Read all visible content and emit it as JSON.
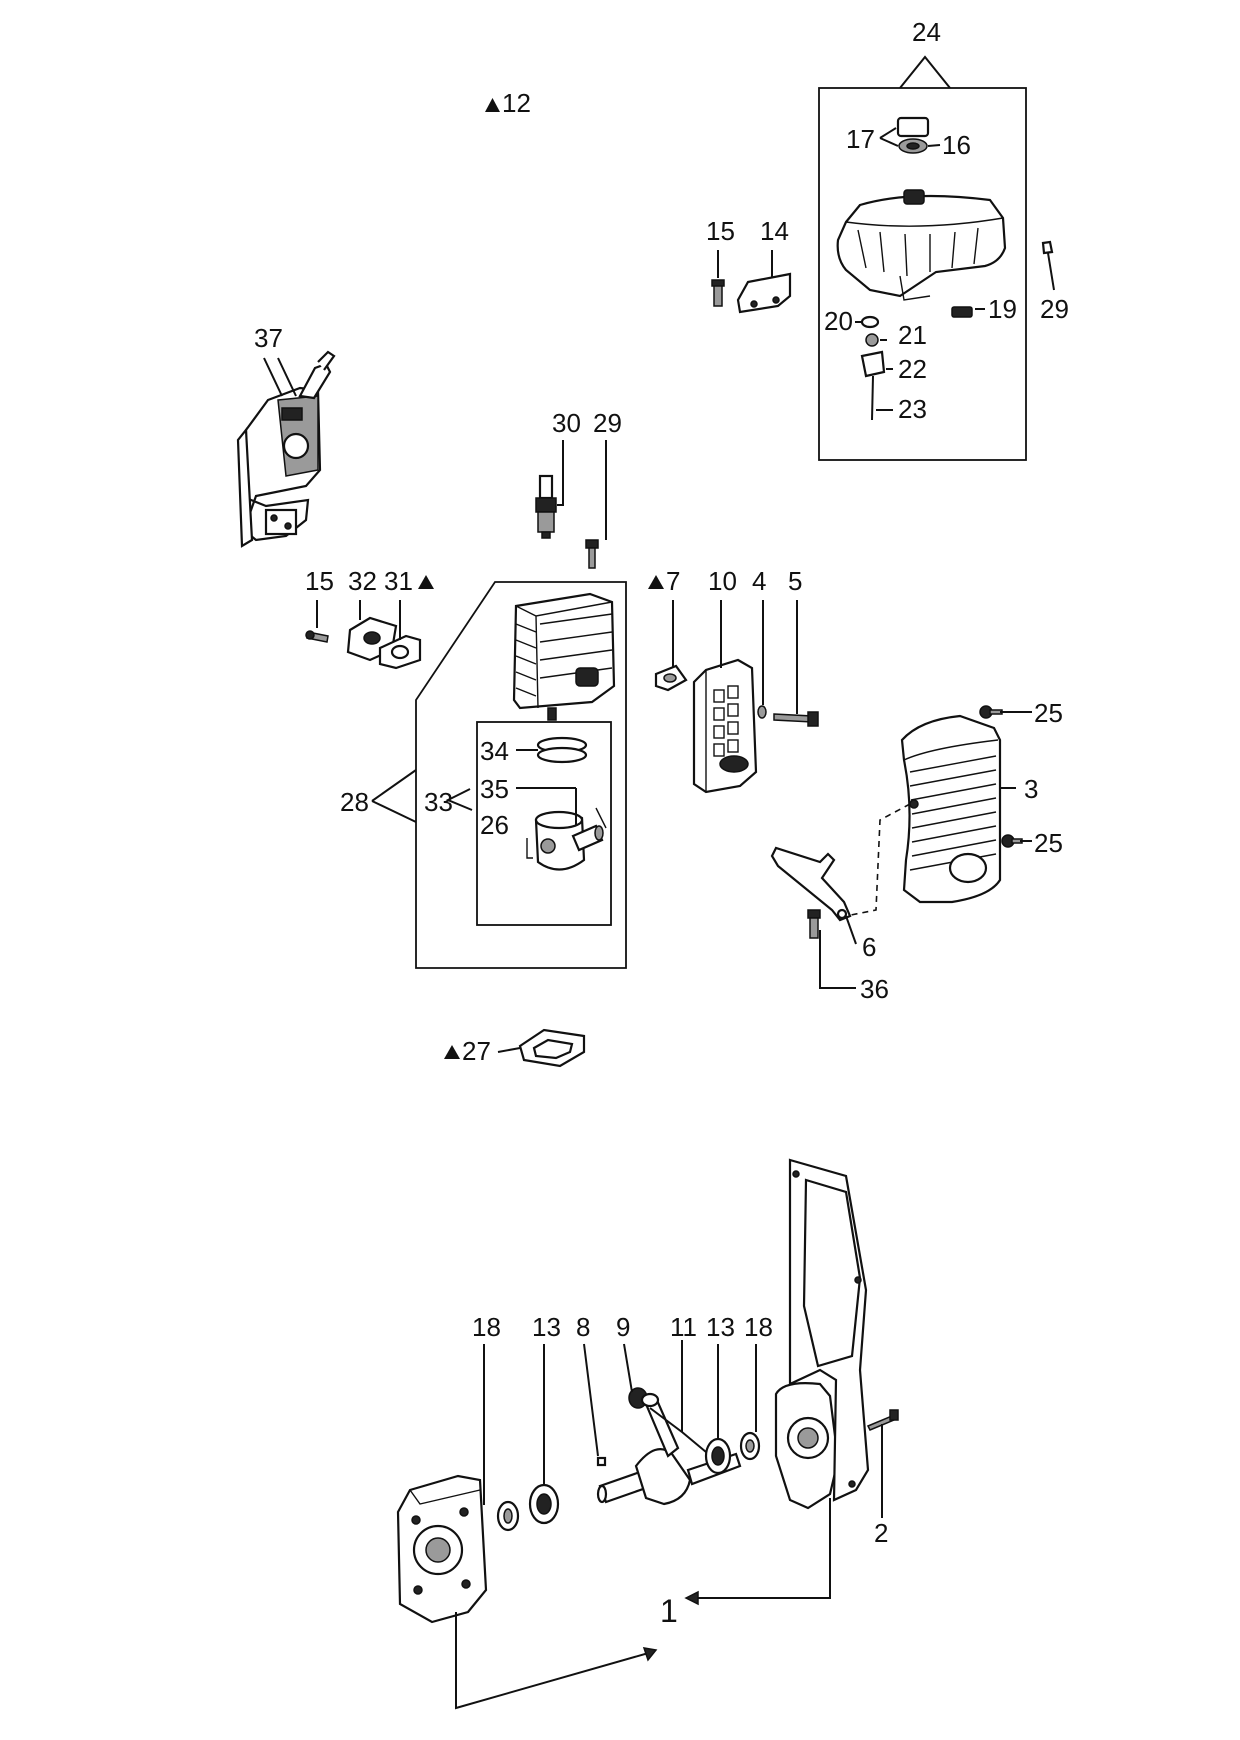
{
  "labels": {
    "l1": "1",
    "l2": "2",
    "l3": "3",
    "l4": "4",
    "l5": "5",
    "l6": "6",
    "l7": "7",
    "l8": "8",
    "l9": "9",
    "l10": "10",
    "l11": "11",
    "l12": "12",
    "l13a": "13",
    "l13b": "13",
    "l14": "14",
    "l15a": "15",
    "l15b": "15",
    "l16": "16",
    "l17": "17",
    "l18a": "18",
    "l18b": "18",
    "l19": "19",
    "l20": "20",
    "l21": "21",
    "l22": "22",
    "l23": "23",
    "l24": "24",
    "l25a": "25",
    "l25b": "25",
    "l26": "26",
    "l27": "27",
    "l28": "28",
    "l29a": "29",
    "l29b": "29",
    "l30": "30",
    "l31": "31",
    "l32": "32",
    "l33": "33",
    "l34": "34",
    "l35": "35",
    "l36": "36",
    "l37": "37"
  },
  "icons": {
    "marker": "triangle-icon"
  }
}
